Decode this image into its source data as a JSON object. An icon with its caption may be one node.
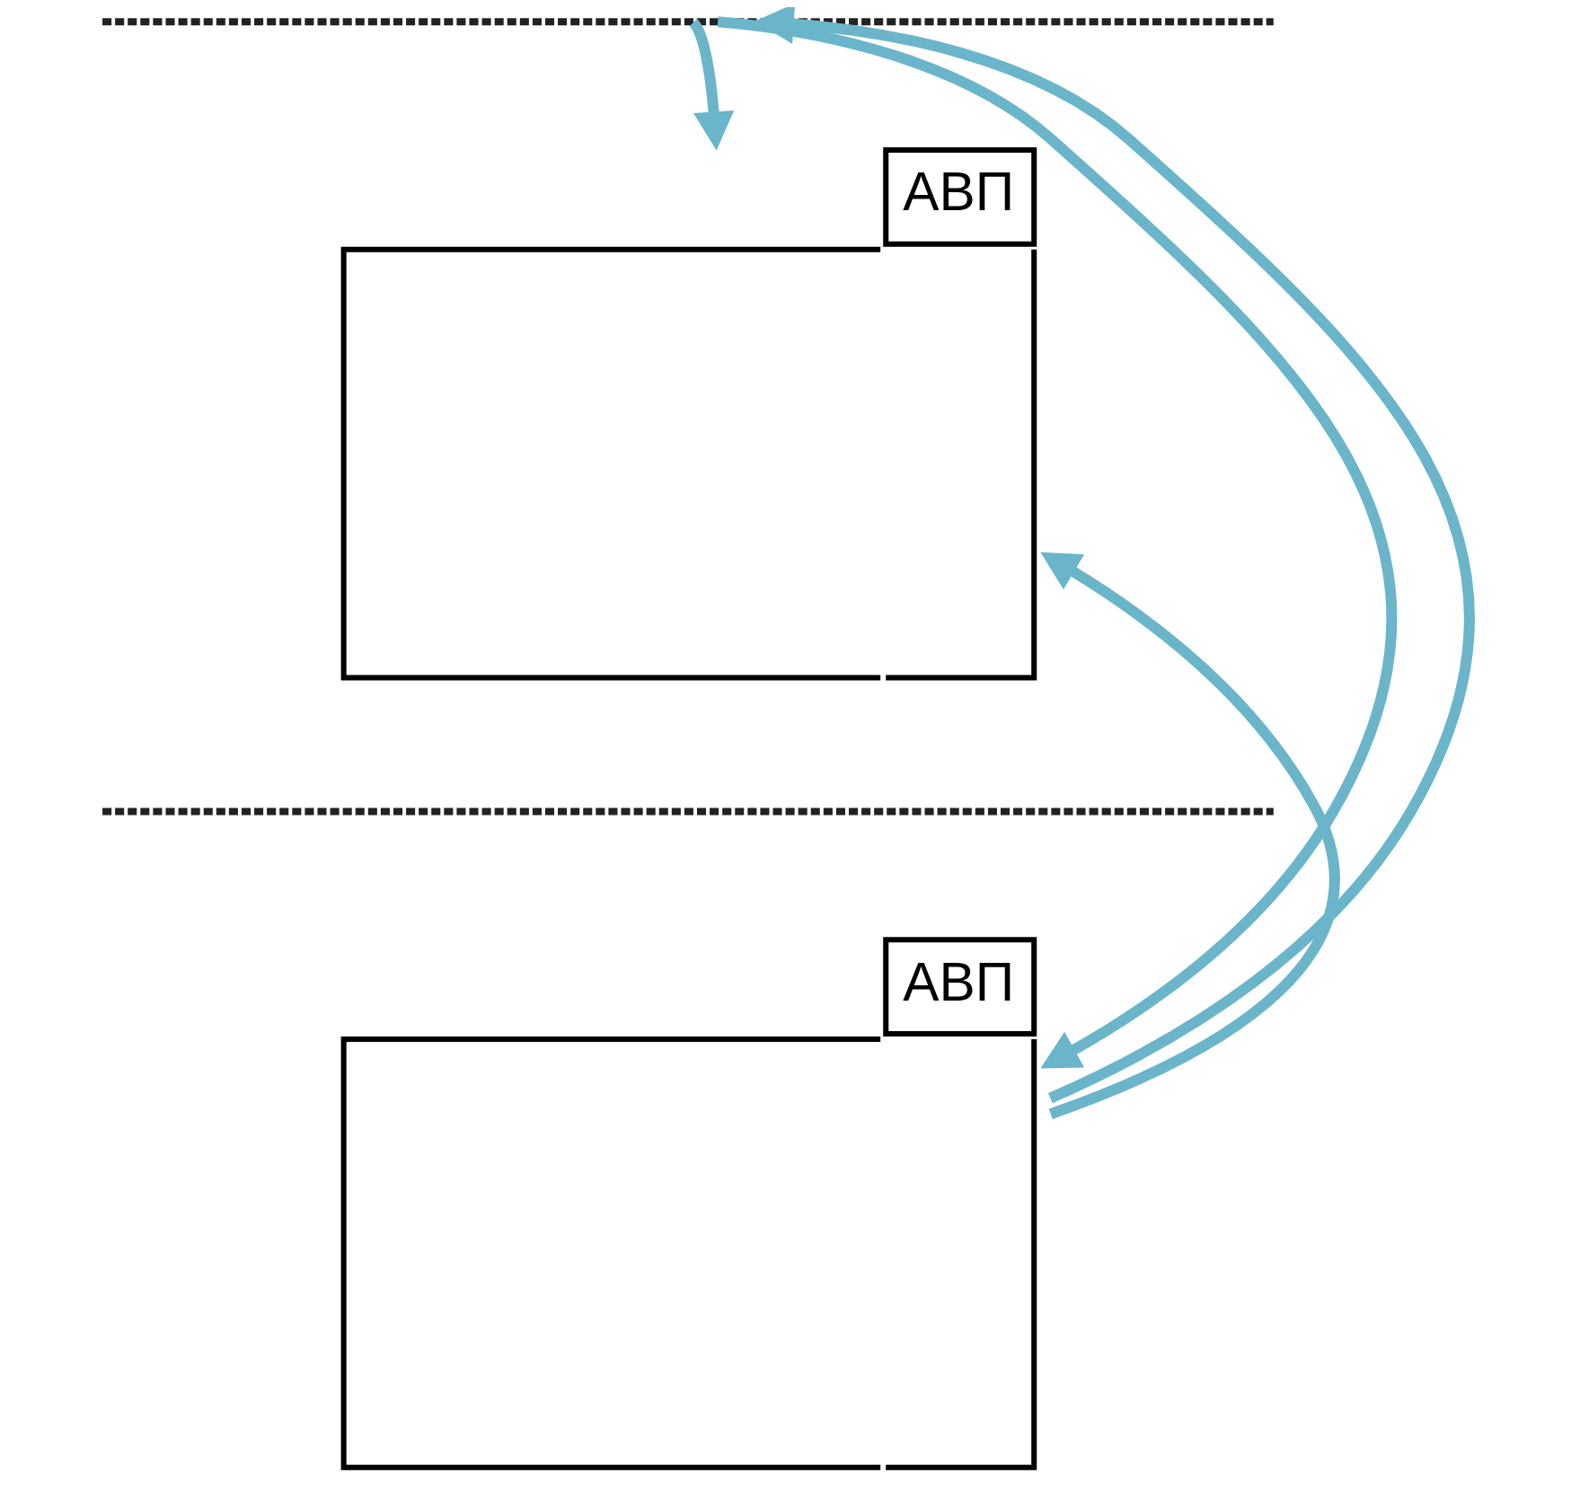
{
  "diagram": {
    "nodes": [
      {
        "text": [],
        "shape": "line"
      },
      {
        "text": [
          "АВП"
        ]
      },
      {
        "text": [],
        "shape": "line"
      },
      {
        "text": [
          "АВП"
        ]
      }
    ],
    "edges": [
      {
        "from": 0,
        "to": 1,
        "arrow": "to"
      },
      {
        "from": 0,
        "to": 3,
        "arrow": "to"
      },
      {
        "from": 3,
        "to": 1,
        "arrow": "to"
      },
      {
        "from": 3,
        "to": 0,
        "arrow": "to"
      }
    ]
  }
}
